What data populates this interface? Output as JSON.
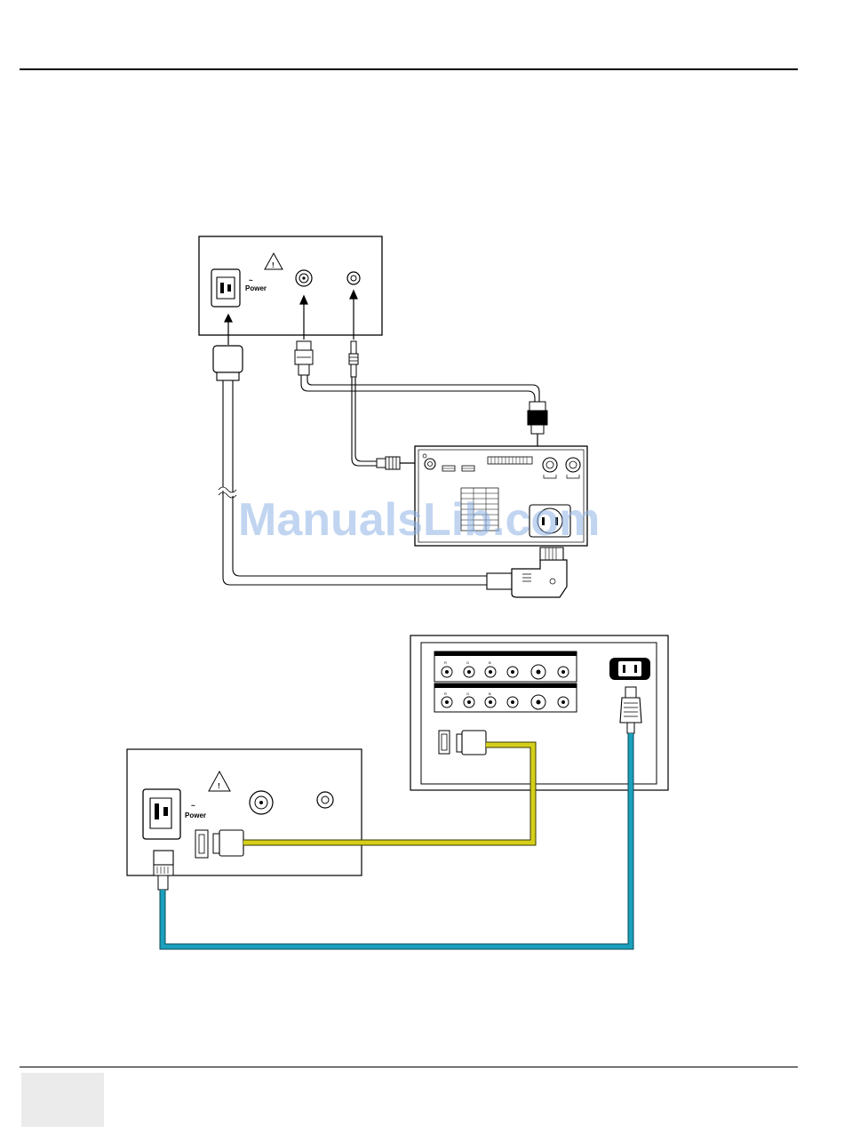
{
  "watermark": "ManualsLib.com",
  "labels": {
    "power_top": "Power",
    "power_bottom": "Power",
    "tilde": "~",
    "warning": "!",
    "rgb_r": "R",
    "rgb_g": "G",
    "rgb_b": "B"
  },
  "colors": {
    "yellow_cable": "#d6cf1a",
    "blue_cable": "#1aa0bc",
    "line": "#000000",
    "watermark": "#8fb4e6"
  }
}
